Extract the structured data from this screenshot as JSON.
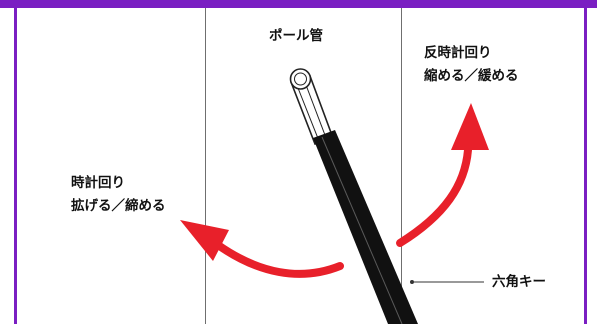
{
  "colors": {
    "frame": "#7a1fc2",
    "arrow": "#e8202a",
    "pole": "#111111",
    "divider": "#6f6f6f"
  },
  "labels": {
    "pole_tube": "ポール管",
    "ccw_line1": "反時計回り",
    "ccw_line2": "縮める／緩める",
    "cw_line1": "時計回り",
    "cw_line2": "拡げる／締める",
    "hex_key": "六角キー"
  }
}
